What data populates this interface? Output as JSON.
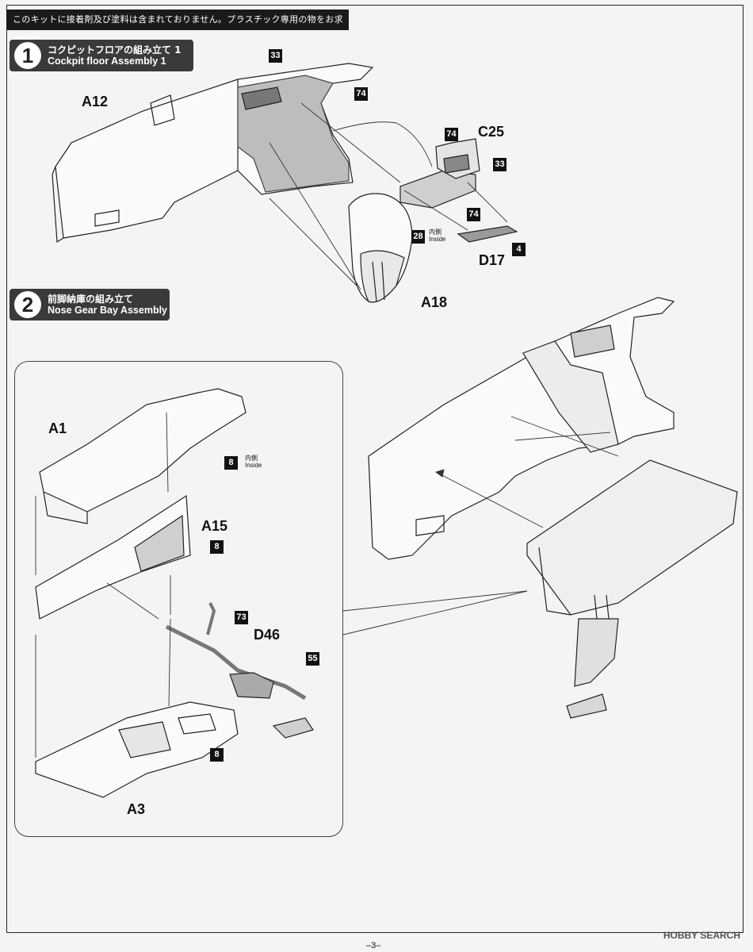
{
  "notice": "このキットに接着剤及び塗料は含まれておりません。プラスチック専用の物をお求め下さい。",
  "step1": {
    "number": "1",
    "title_jp": "コクピットフロアの組み立て 1",
    "title_en": "Cockpit floor Assembly 1"
  },
  "step2": {
    "number": "2",
    "title_jp": "前脚納庫の組み立て",
    "title_en": "Nose Gear Bay Assembly"
  },
  "parts": {
    "a12": "A12",
    "c25": "C25",
    "d17": "D17",
    "a18": "A18",
    "a1": "A1",
    "a15": "A15",
    "d46": "D46",
    "a3": "A3"
  },
  "colors": {
    "c33a": "33",
    "c74a": "74",
    "c74b": "74",
    "c33b": "33",
    "c74c": "74",
    "c4": "4",
    "c28": "28",
    "c8a": "8",
    "c8b": "8",
    "c73": "73",
    "c55": "55",
    "c8c": "8"
  },
  "inside_label_1": {
    "jp": "内側",
    "en": "Inside"
  },
  "inside_label_2": {
    "jp": "内側",
    "en": "Inside"
  },
  "page_number": "–3–",
  "watermark": "HOBBY SEARCH"
}
